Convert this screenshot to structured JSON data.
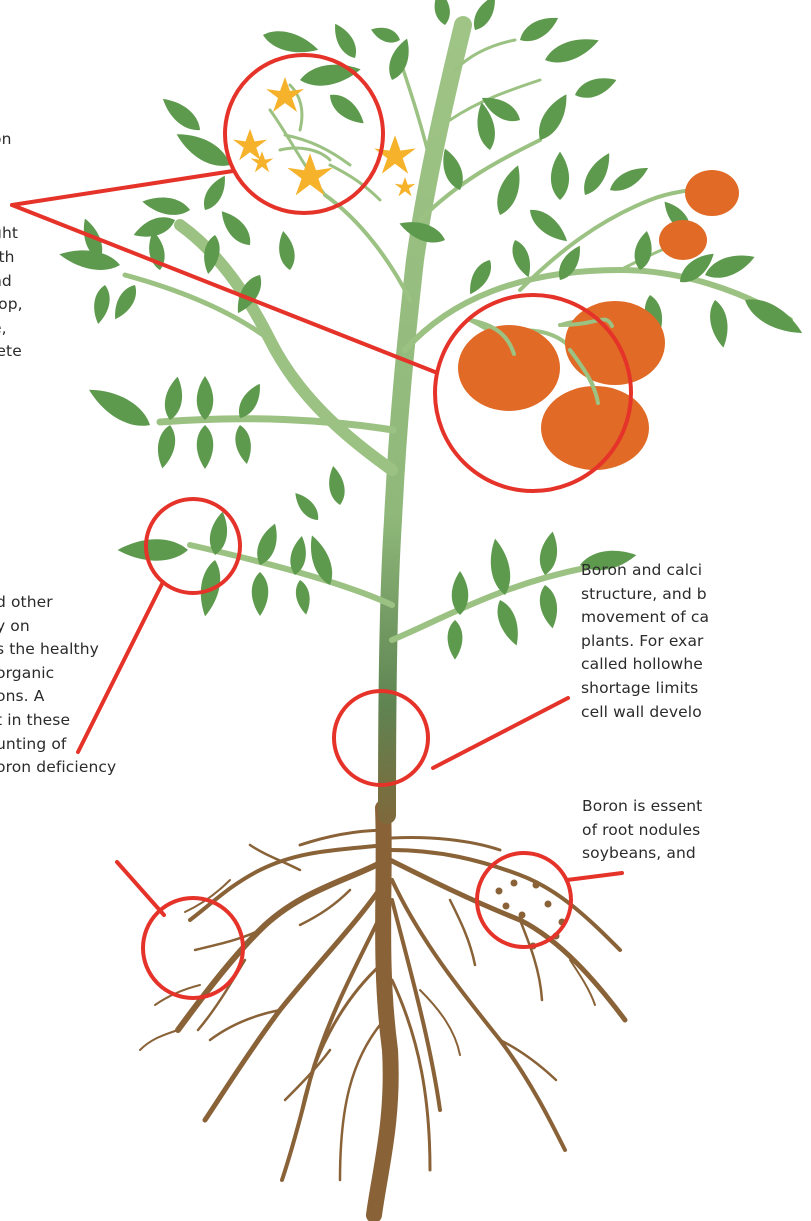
{
  "annotations": {
    "flowers_fruit": "on\n \n \nt\nght\nrth\nnd\nrop,\ne,\nlete",
    "roots_leaves": "d other\ny on\ns the healthy\norganic\nons. A\nt in these\nunting of\noron deficiency",
    "stem": "Boron and calci\nstructure, and b\nmovement of ca\nplants. For exar\ncalled hollowhe\nshortage limits\ncell wall develo",
    "nodules": "Boron is essent\nof root nodules\nsoybeans, and"
  },
  "colors": {
    "callout": "#e5332a",
    "leaf": "#5e9a4e",
    "stem": "#9cc283",
    "stem_dark": "#5c7c4a",
    "root": "#8a6238",
    "fruit": "#e06a26",
    "flower": "#f5b22a",
    "text": "#2b2b2b"
  }
}
